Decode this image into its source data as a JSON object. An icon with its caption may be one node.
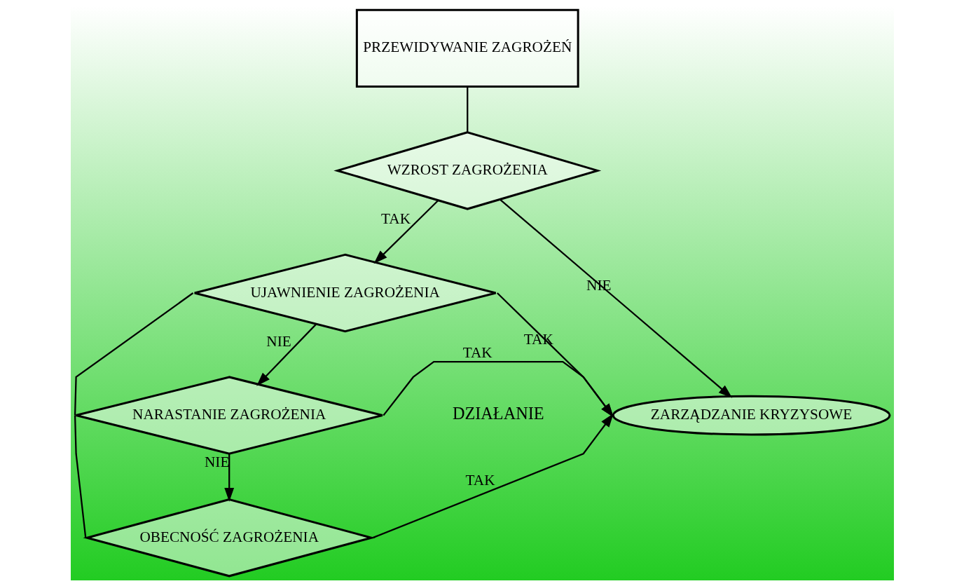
{
  "diagram": {
    "nodes": [
      {
        "text": [
          "PRZEWIDYWANIE ZAGROŻEŃ"
        ]
      },
      {
        "text": [
          "WZROST ZAGROŻENIA"
        ]
      },
      {
        "text": [
          "UJAWNIENIE ZAGROŻENIA"
        ]
      },
      {
        "text": [
          "NARASTANIE ZAGROŻENIA"
        ]
      },
      {
        "text": [
          "OBECNOŚĆ ZAGROŻENIA"
        ]
      },
      {
        "text": [
          "ZARZĄDZANIE KRYZYSOWE"
        ]
      }
    ],
    "edges": [
      {
        "from": 0,
        "to": 1,
        "arrow": "none"
      },
      {
        "from": 1,
        "to": 5,
        "arrow": "to",
        "label": "NIE"
      },
      {
        "from": 1,
        "to": 2,
        "arrow": "to",
        "label": "TAK"
      },
      {
        "from": 2,
        "to": 5,
        "arrow": "to",
        "label": "TAK"
      },
      {
        "from": 2,
        "to": 3,
        "arrow": "to",
        "label": "NIE"
      },
      {
        "from": 3,
        "to": 5,
        "arrow": "to",
        "label": "TAK"
      },
      {
        "from": 3,
        "to": 4,
        "arrow": "to",
        "label": "NIE"
      },
      {
        "from": 4,
        "to": 5,
        "arrow": "to",
        "label": "TAK"
      },
      {
        "from": 2,
        "to": 3,
        "arrow": "none"
      },
      {
        "from": 3,
        "to": 4,
        "arrow": "none"
      }
    ],
    "labels": [
      "DZIAŁANIE"
    ]
  }
}
